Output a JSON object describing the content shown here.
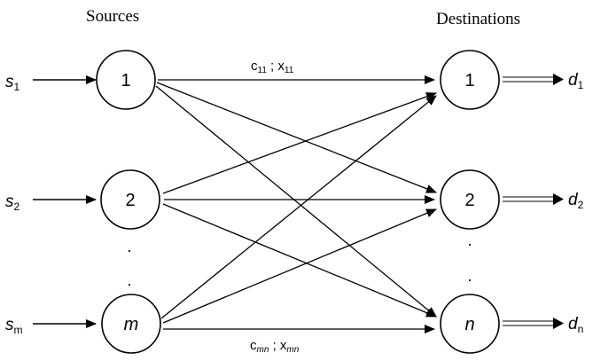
{
  "headings": {
    "sources": "Sources",
    "destinations": "Destinations"
  },
  "sources": [
    {
      "label": "1",
      "supply_symbol": "s",
      "supply_sub": "1"
    },
    {
      "label": "2",
      "supply_symbol": "s",
      "supply_sub": "2"
    },
    {
      "label": "m",
      "supply_symbol": "s",
      "supply_sub": "m"
    }
  ],
  "destinations": [
    {
      "label": "1",
      "demand_symbol": "d",
      "demand_sub": "1"
    },
    {
      "label": "2",
      "demand_symbol": "d",
      "demand_sub": "2"
    },
    {
      "label": "n",
      "demand_symbol": "d",
      "demand_sub": "n"
    }
  ],
  "edge_labels": {
    "top": {
      "c": "c",
      "c_sub": "11",
      "sep": " ; ",
      "x": "x",
      "x_sub": "11"
    },
    "bottom": {
      "c": "c",
      "c_sub": "mn",
      "sep": " ; ",
      "x": "x",
      "x_sub": "mn"
    }
  },
  "ellipsis": {
    "dot": "."
  }
}
